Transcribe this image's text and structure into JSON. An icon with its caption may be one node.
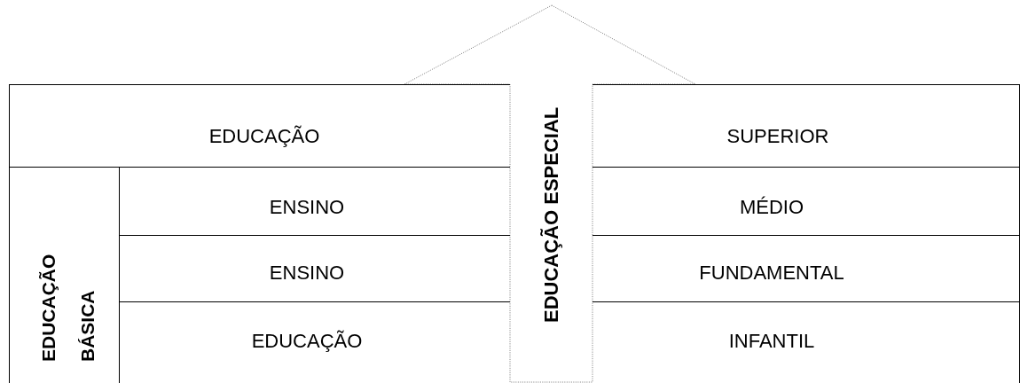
{
  "diagram": {
    "nodes": [
      {
        "text": [
          "EDUCAÇÃO ESPECIAL"
        ]
      },
      {
        "text": [
          "EDUCAÇÃO"
        ]
      },
      {
        "text": [
          "SUPERIOR"
        ]
      },
      {
        "text": [
          "EDUCAÇÃO BÁSICA"
        ]
      },
      {
        "text": [
          "ENSINO"
        ]
      },
      {
        "text": [
          "MÉDIO"
        ]
      },
      {
        "text": [
          "ENSINO"
        ]
      },
      {
        "text": [
          "FUNDAMENTAL"
        ]
      },
      {
        "text": [
          "EDUCAÇÃO"
        ]
      },
      {
        "text": [
          "INFANTIL"
        ]
      }
    ]
  }
}
